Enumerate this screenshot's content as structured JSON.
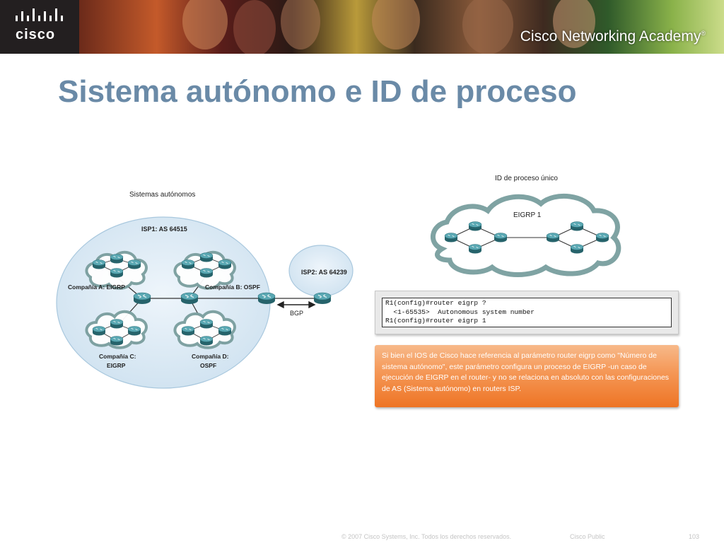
{
  "header": {
    "logo_text": "cisco",
    "academy_text": "Cisco Networking Academy",
    "academy_mark": "®"
  },
  "slide": {
    "title": "Sistema autónomo e ID de proceso"
  },
  "left_diagram": {
    "heading": "Sistemas autónomos",
    "isp1_label": "ISP1:  AS 64515",
    "isp2_label": "ISP2:  AS 64239",
    "bgp_label": "BGP",
    "company_a": "Compañía A: EIGRP",
    "company_b": "Compañía B: OSPF",
    "company_c_line1": "Compañía C:",
    "company_c_line2": "EIGRP",
    "company_d_line1": "Compañía D:",
    "company_d_line2": "OSPF"
  },
  "right_diagram": {
    "heading": "ID de proceso único",
    "cloud_label": "EIGRP 1"
  },
  "cli": {
    "lines": [
      "R1(config)#router eigrp ?",
      "  <1-65535>  Autonomous system number",
      "R1(config)#router eigrp 1"
    ]
  },
  "note": {
    "text": "Si bien el IOS de Cisco hace referencia al parámetro router eigrp como \"Número de sistema autónomo\", este parámetro configura un proceso de EIGRP -un caso de ejecución de EIGRP en el router- y no se relaciona en absoluto con las configuraciones de AS (Sistema autónomo) en routers ISP."
  },
  "footer": {
    "copyright": "© 2007 Cisco Systems, Inc. Todos los derechos reservados.",
    "classification": "Cisco Public",
    "page_number": "103"
  },
  "colors": {
    "title": "#6a8aa7",
    "router": "#3f8c96",
    "as_fill": "#d7e8f4",
    "note_orange": "#ee7424"
  }
}
